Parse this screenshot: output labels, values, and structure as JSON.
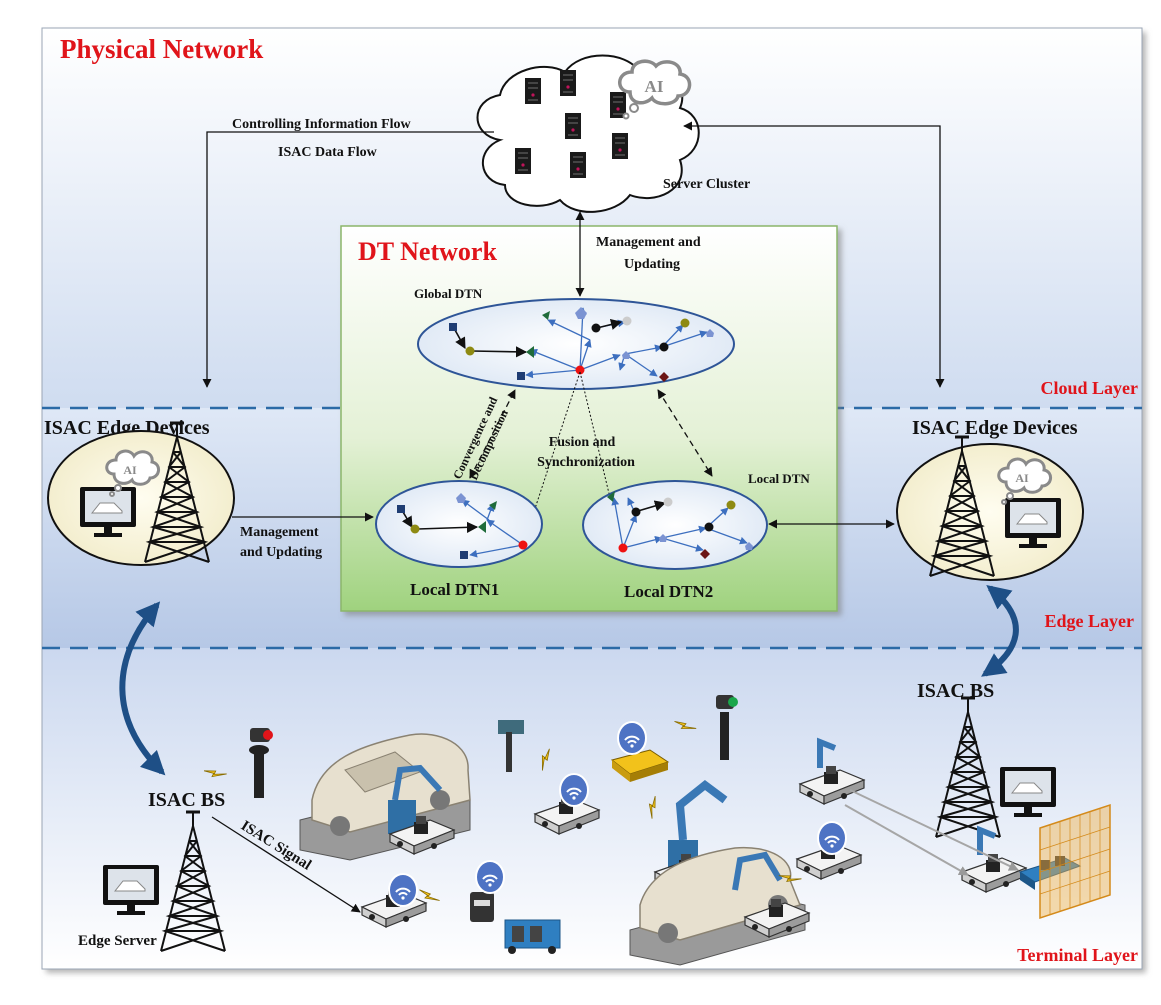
{
  "titles": {
    "physical_network": "Physical Network",
    "dt_network": "DT Network"
  },
  "layers": {
    "cloud": "Cloud Layer",
    "edge": "Edge Layer",
    "terminal": "Terminal Layer"
  },
  "labels": {
    "controlling_flow": "Controlling Information Flow",
    "isac_data_flow": "ISAC Data Flow",
    "server_cluster": "Server Cluster",
    "management_updating_top_1": "Management and",
    "management_updating_top_2": "Updating",
    "global_dtn": "Global DTN",
    "convergence_1": "Convergence and",
    "convergence_2": "Decomposition",
    "fusion_1": "Fusion and",
    "fusion_2": "Synchronization",
    "local_dtn": "Local DTN",
    "local_dtn1": "Local DTN1",
    "local_dtn2": "Local DTN2",
    "isac_edge_devices_left": "ISAC Edge Devices",
    "isac_edge_devices_right": "ISAC Edge Devices",
    "management_left_1": "Management",
    "management_left_2": "and Updating",
    "isac_bs_left": "ISAC BS",
    "isac_bs_right": "ISAC BS",
    "isac_signal": "ISAC Signal",
    "edge_server": "Edge Server",
    "ai_badge": "AI"
  },
  "colors": {
    "title_red": "#e0141a",
    "layer_red": "#e0141a",
    "dashed_line": "#2b6aa6",
    "arrow_blue": "#3d6fbf",
    "bidir_blue": "#1e4f86",
    "dt_green_top": "#ffffff",
    "dt_green_bottom": "#9fd27e"
  }
}
